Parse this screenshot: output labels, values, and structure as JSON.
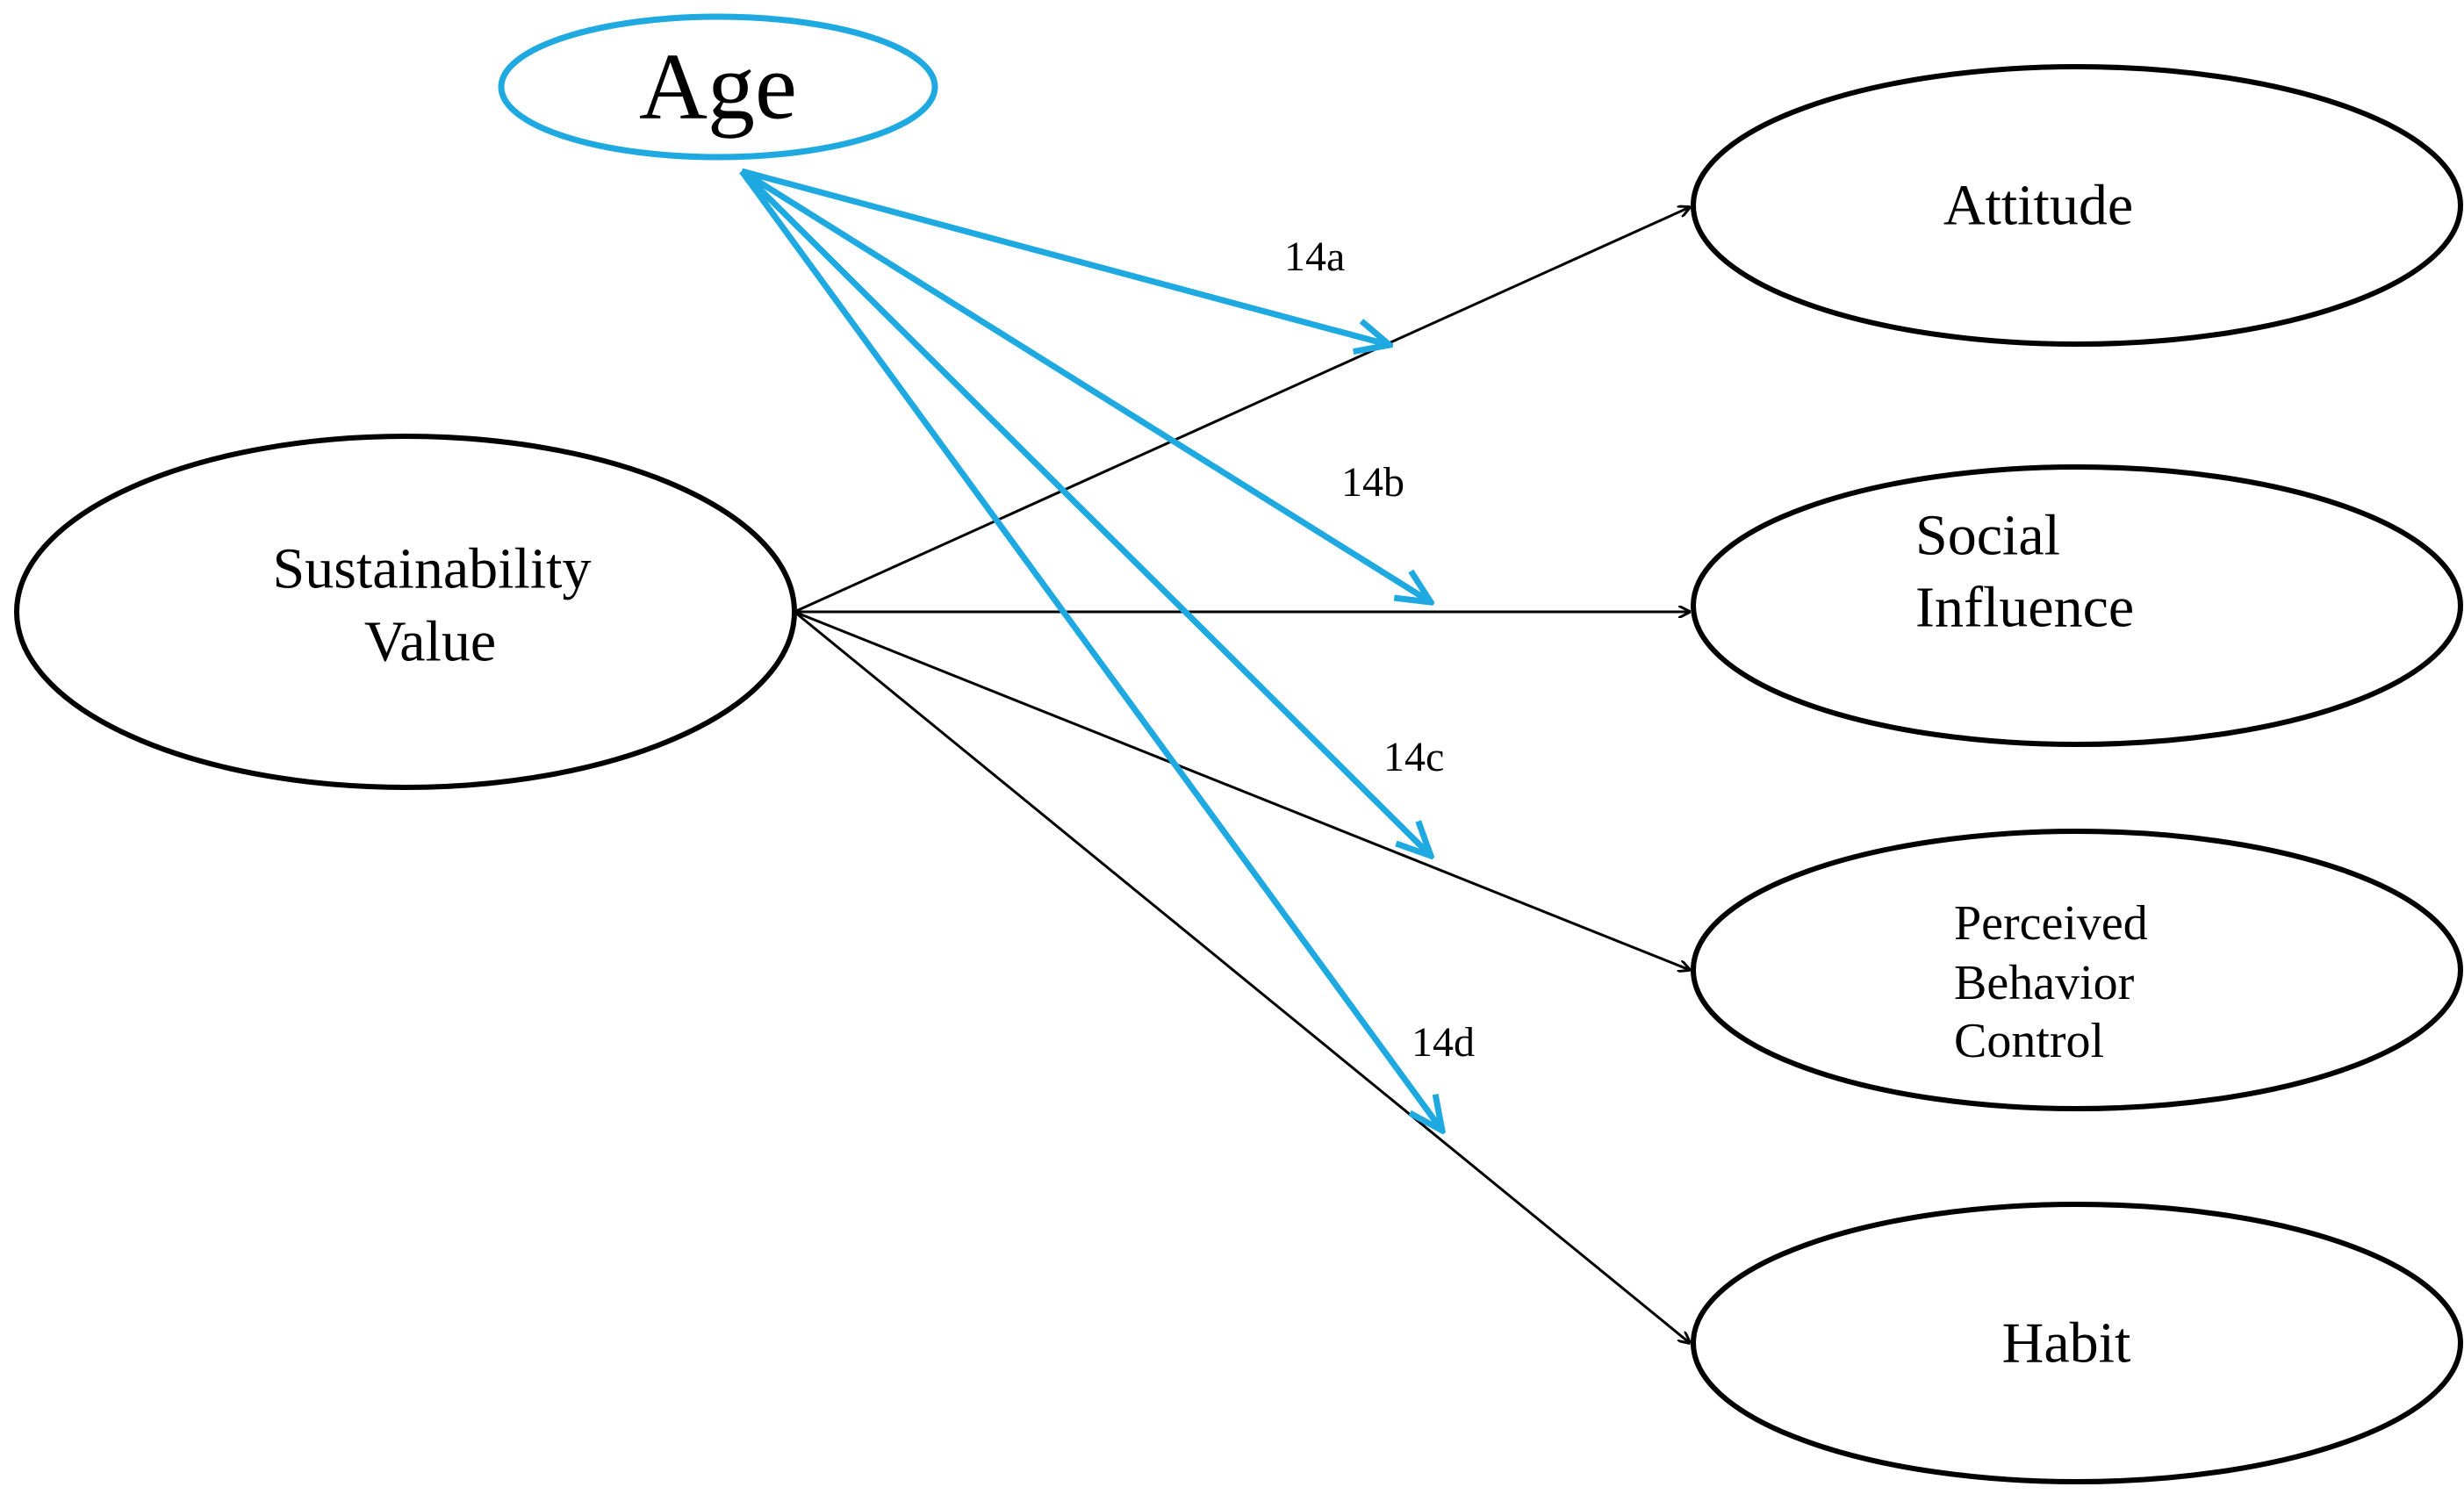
{
  "colors": {
    "moderator": "#1fa9e1",
    "path": "#000000",
    "node_outline": "#000000",
    "background": "#ffffff"
  },
  "moderator": {
    "label": "Age"
  },
  "source": {
    "label_line1": "Sustainability",
    "label_line2": "Value"
  },
  "targets": {
    "attitude": {
      "label_line1": "Attitude"
    },
    "social_influence": {
      "label_line1": "Social",
      "label_line2": "Influence"
    },
    "perceived_behavior_control": {
      "label_line1": "Perceived",
      "label_line2": "Behavior",
      "label_line3": "Control"
    },
    "habit": {
      "label_line1": "Habit"
    }
  },
  "hypotheses": {
    "h14a": "14a",
    "h14b": "14b",
    "h14c": "14c",
    "h14d": "14d"
  }
}
